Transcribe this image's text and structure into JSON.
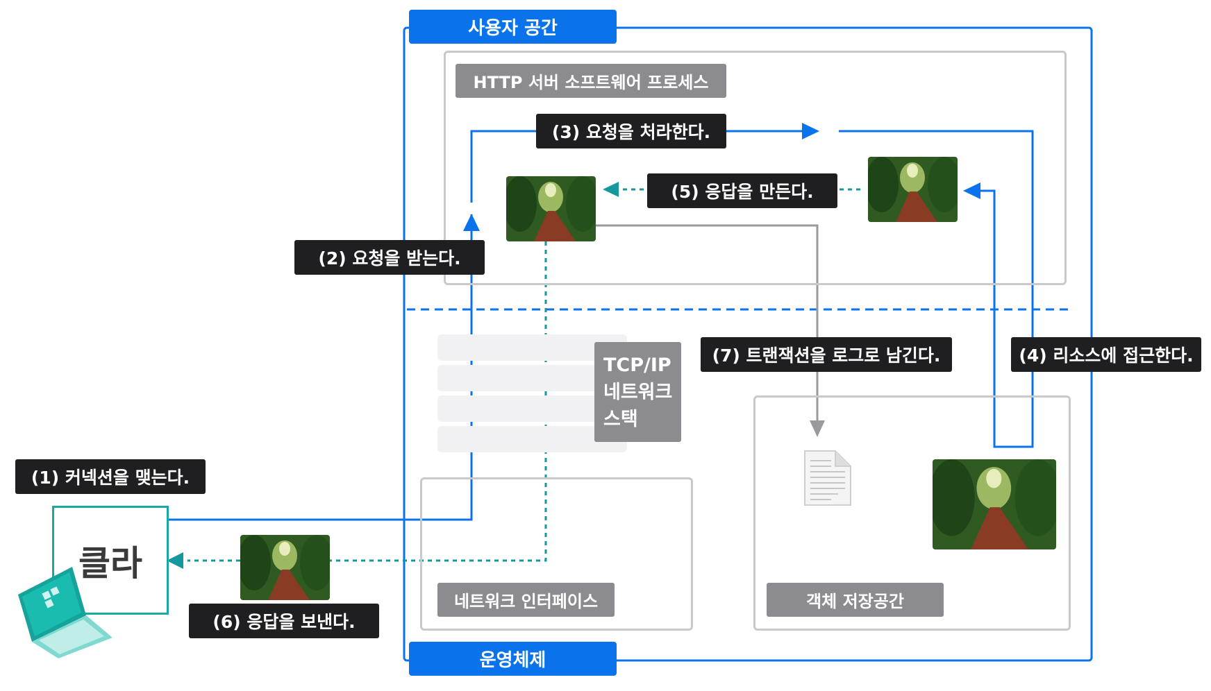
{
  "labels": {
    "user_space": "사용자 공간",
    "os": "운영체제",
    "http_server": "HTTP 서버 소프트웨어 프로세스",
    "tcpip_line1": "TCP/IP",
    "tcpip_line2": "네트워크",
    "tcpip_line3": "스택",
    "network_interface": "네트워크 인터페이스",
    "object_storage": "객체 저장공간",
    "client": "클라"
  },
  "steps": {
    "s1": "(1) 커넥션을 맺는다.",
    "s2": "(2) 요청을 받는다.",
    "s3": "(3) 요청을 처라한다.",
    "s4": "(4) 리소스에 접근한다.",
    "s5": "(5) 응답을 만든다.",
    "s6": "(6) 응답을 보낸다.",
    "s7": "(7) 트랜잭션을 로그로 남긴다."
  },
  "icons": {
    "photo": "forest-photo-icon",
    "log_file": "document-icon",
    "laptop": "laptop-icon"
  },
  "colors": {
    "blue": "#0a73eb",
    "teal": "#14989e",
    "gray_line": "#9a9a9e",
    "box_gray": "#c9c9cc",
    "step_bg": "#1f1f21",
    "tag_gray": "#8b8b90"
  }
}
